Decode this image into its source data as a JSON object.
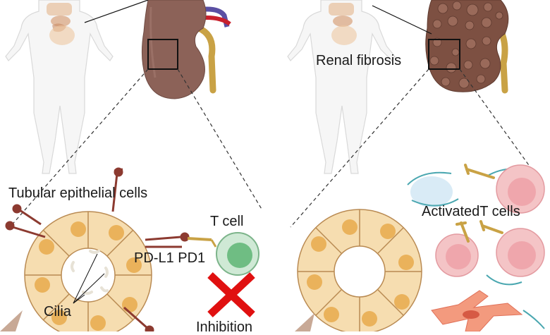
{
  "labels": {
    "renal_fibrosis": "Renal fibrosis",
    "tubular_epithelial_cells": "Tubular epithelial cells",
    "t_cell": "T cell",
    "pd_l1_pd1": "PD-L1 PD1",
    "cilia": "Cilia",
    "inhibition": "Inhibition",
    "activated_t_cells": "ActivatedT cells"
  },
  "colors": {
    "kidney_healthy": "#8c6258",
    "kidney_fibrotic": "#7d5042",
    "ureter": "#c9a245",
    "artery": "#c8202c",
    "vein": "#5a4fa3",
    "epithelial_cell": "#f6ddb0",
    "nucleus": "#eab25b",
    "receptor": "#8c3a30",
    "t_cell": "#9bcfa8",
    "activated_t_cell": "#f4b6bb",
    "fibroblast": "#f08c6c",
    "inhibition_x": "#e01010"
  }
}
